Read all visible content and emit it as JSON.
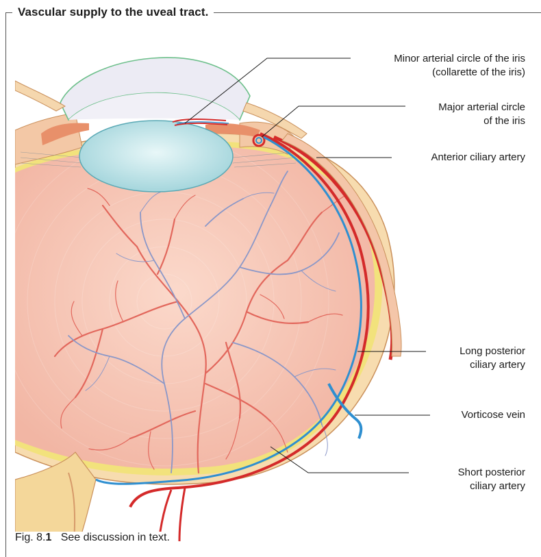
{
  "title": "Vascular supply to the uveal tract.",
  "labels": {
    "minor_circle_1": "Minor arterial circle of the iris",
    "minor_circle_2": "(collarette of the iris)",
    "major_circle_1": "Major arterial circle",
    "major_circle_2": "of the iris",
    "anterior_ciliary": "Anterior ciliary artery",
    "long_posterior_1": "Long posterior",
    "long_posterior_2": "ciliary artery",
    "vorticose": "Vorticose vein",
    "short_posterior_1": "Short posterior",
    "short_posterior_2": "ciliary artery"
  },
  "caption": {
    "prefix": "Fig. 8.",
    "number": "1",
    "text": "See discussion in text."
  },
  "colors": {
    "artery": "#d42a2a",
    "vein": "#2f8fd0",
    "retina_fill": "#f6c6b6",
    "sclera": "#f4d8a8",
    "choroid": "#f2e07a",
    "lens": "#bfe3e8",
    "cornea": "#e8e6f2",
    "retinal_artery": "#e06a60",
    "retinal_vein": "#8a97c8"
  }
}
